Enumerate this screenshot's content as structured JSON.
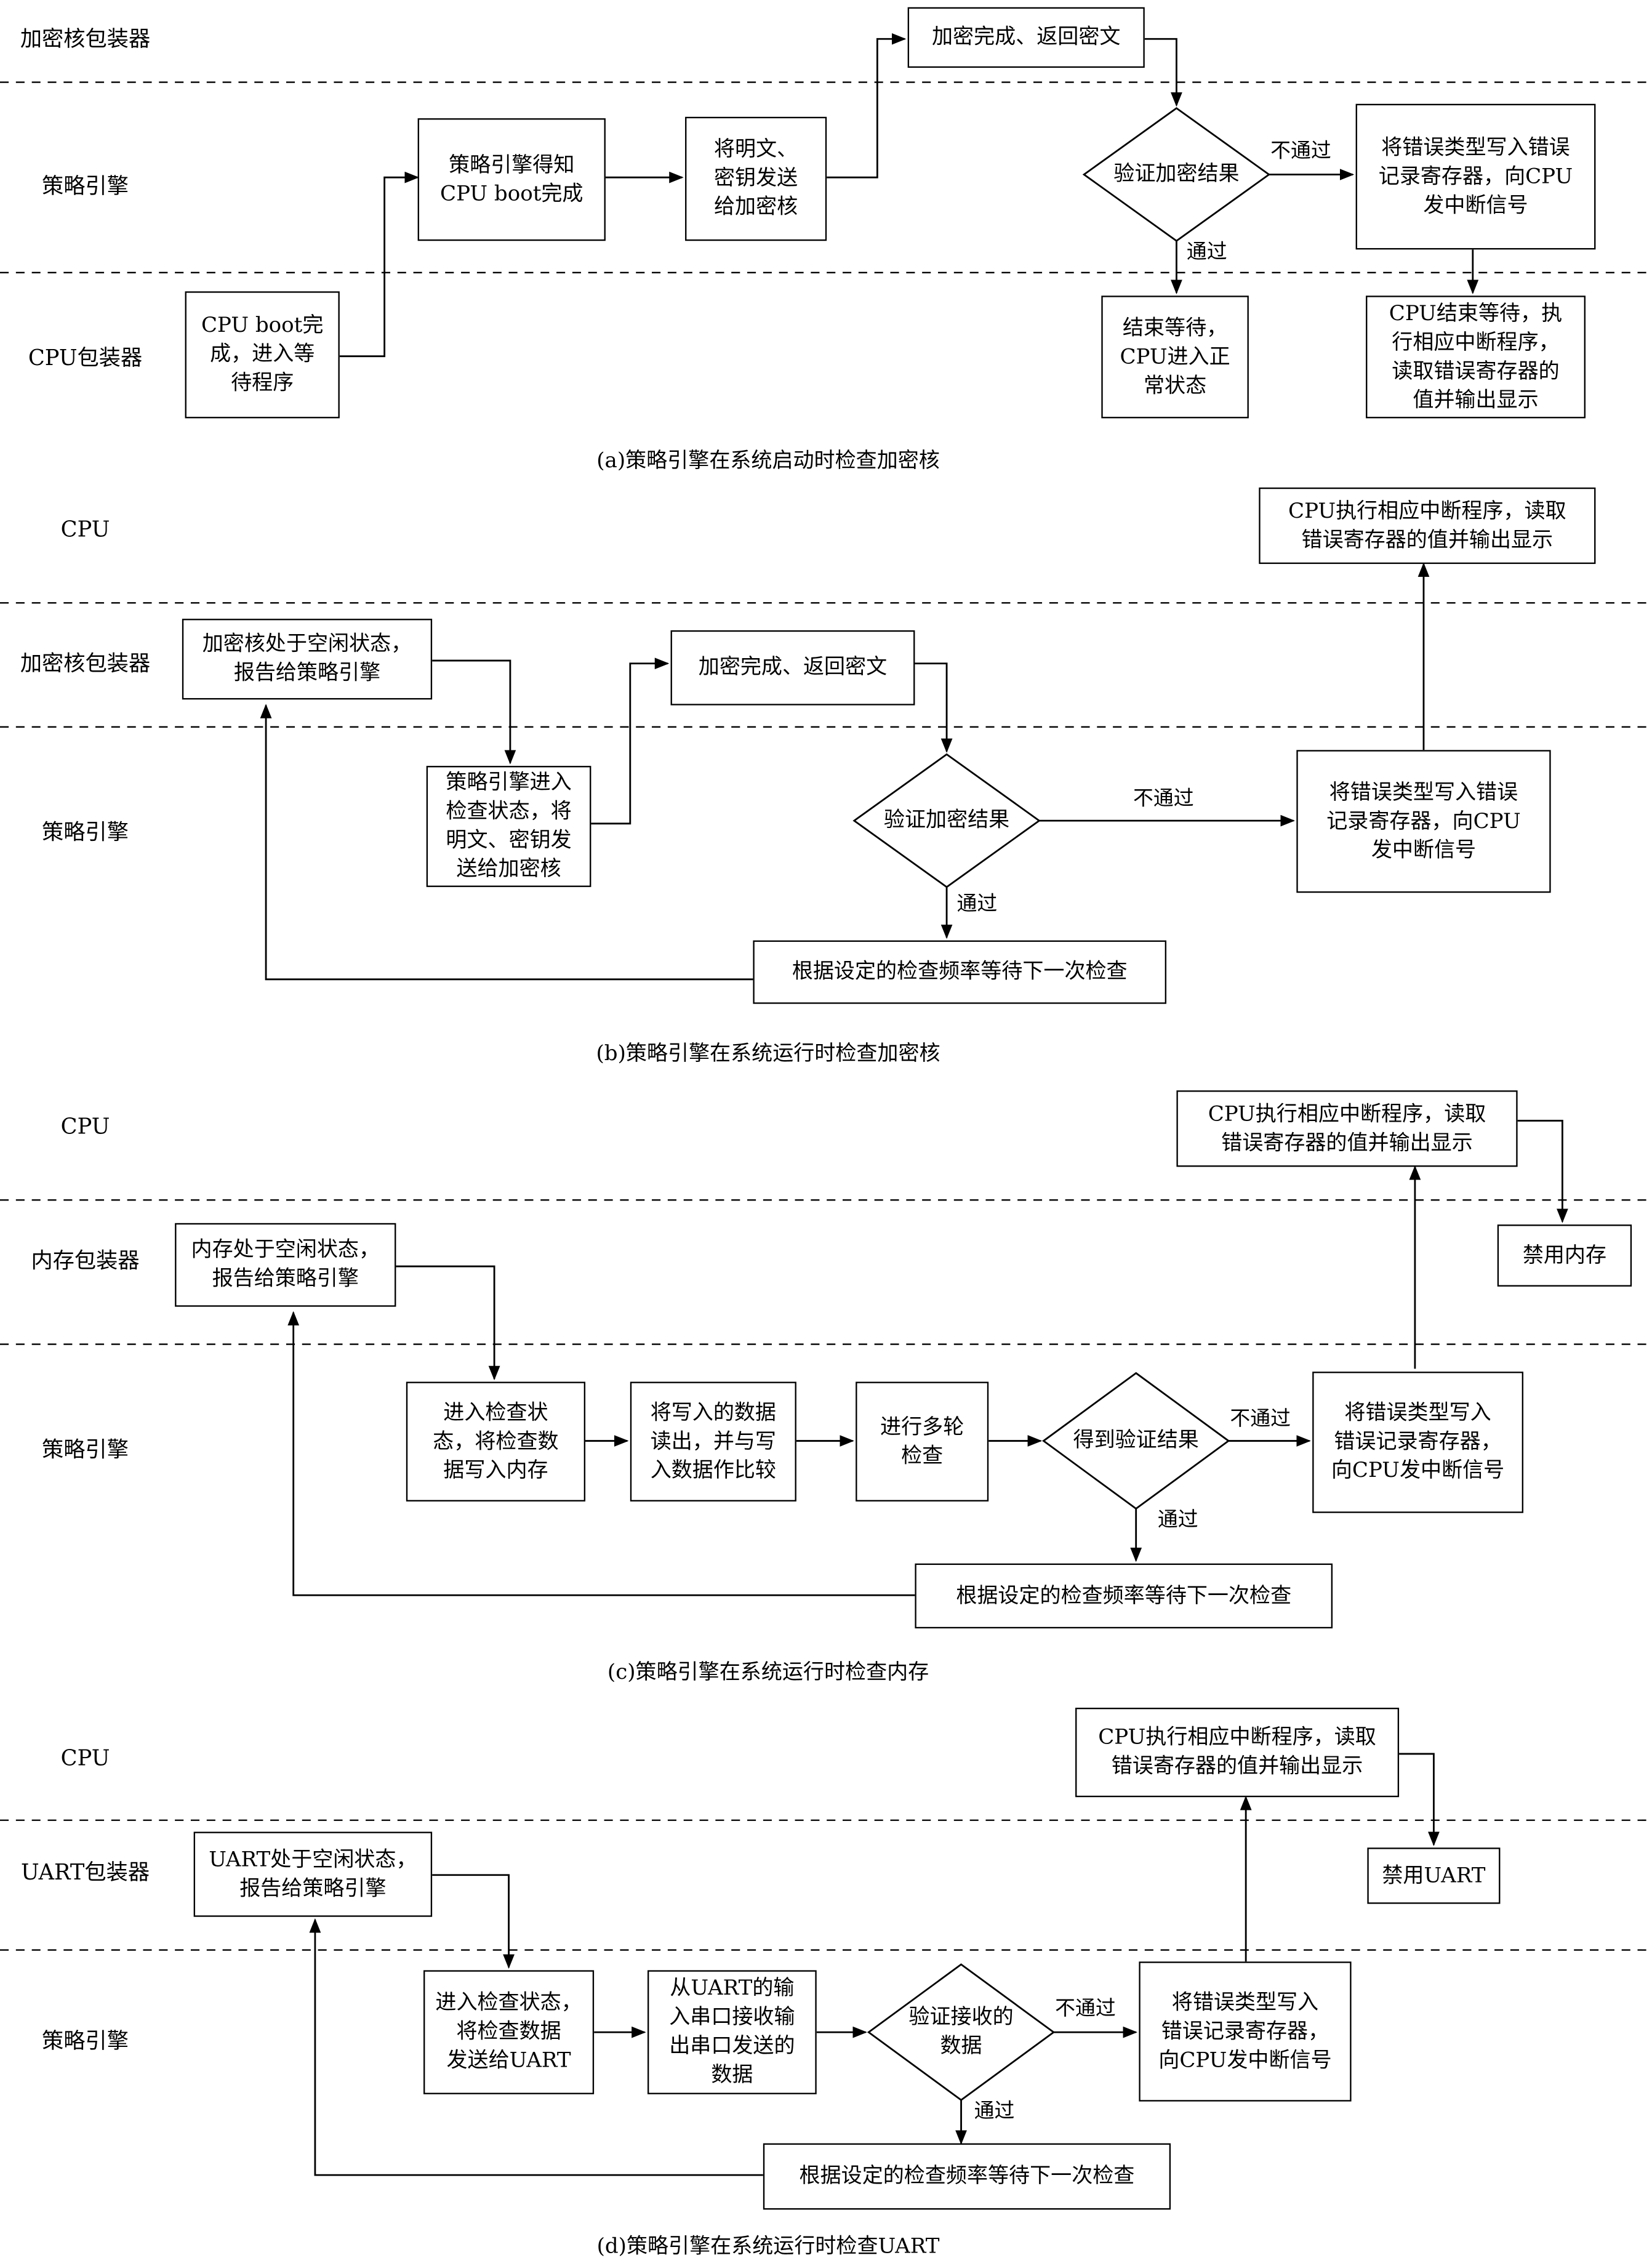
{
  "panel_a": {
    "caption": "(a)策略引擎在系统启动时检查加密核",
    "lanes": [
      "加密核包装器",
      "策略引擎",
      "CPU包装器"
    ],
    "boxes": {
      "cpu_boot": "CPU boot完\n成，进入等\n待程序",
      "pe_know": "策略引擎得知\nCPU boot完成",
      "send_plain": "将明文、\n密钥发送\n给加密核",
      "enc_done": "加密完成、返回密文",
      "write_err": "将错误类型写入错误\n记录寄存器，向CPU\n发中断信号",
      "end_wait": "结束等待，\nCPU进入正\n常状态",
      "cpu_int": "CPU结束等待，执\n行相应中断程序，\n读取错误寄存器的\n值并输出显示"
    },
    "decision": "验证加密结果",
    "fail": "不通过",
    "pass": "通过"
  },
  "panel_b": {
    "caption": "(b)策略引擎在系统运行时检查加密核",
    "lanes": [
      "CPU",
      "加密核包装器",
      "策略引擎"
    ],
    "boxes": {
      "cpu_exec": "CPU执行相应中断程序，读取\n错误寄存器的值并输出显示",
      "idle": "加密核处于空闲状态，\n报告给策略引擎",
      "enc_done": "加密完成、返回密文",
      "check": "策略引擎进入\n检查状态，将\n明文、密钥发\n送给加密核",
      "write_err": "将错误类型写入错误\n记录寄存器，向CPU\n发中断信号",
      "wait": "根据设定的检查频率等待下一次检查"
    },
    "decision": "验证加密结果",
    "fail": "不通过",
    "pass": "通过"
  },
  "panel_c": {
    "caption": "(c)策略引擎在系统运行时检查内存",
    "lanes": [
      "CPU",
      "内存包装器",
      "策略引擎"
    ],
    "boxes": {
      "cpu_exec": "CPU执行相应中断程序，读取\n错误寄存器的值并输出显示",
      "disable": "禁用内存",
      "idle": "内存处于空闲状态，\n报告给策略引擎",
      "enter": "进入检查状\n态，将检查数\n据写入内存",
      "read": "将写入的数据\n读出，并与写\n入数据作比较",
      "multi": "进行多轮\n检查",
      "write_err": "将错误类型写入\n错误记录寄存器，\n向CPU发中断信号",
      "wait": "根据设定的检查频率等待下一次检查"
    },
    "decision": "得到验证结果",
    "fail": "不通过",
    "pass": "通过"
  },
  "panel_d": {
    "caption": "(d)策略引擎在系统运行时检查UART",
    "lanes": [
      "CPU",
      "UART包装器",
      "策略引擎"
    ],
    "boxes": {
      "cpu_exec": "CPU执行相应中断程序，读取\n错误寄存器的值并输出显示",
      "disable": "禁用UART",
      "idle": "UART处于空闲状态，\n报告给策略引擎",
      "enter": "进入检查状态，\n将检查数据\n发送给UART",
      "recv": "从UART的输\n入串口接收输\n出串口发送的\n数据",
      "write_err": "将错误类型写入\n错误记录寄存器，\n向CPU发中断信号",
      "wait": "根据设定的检查频率等待下一次检查"
    },
    "decision": "验证接收的\n数据",
    "fail": "不通过",
    "pass": "通过"
  }
}
